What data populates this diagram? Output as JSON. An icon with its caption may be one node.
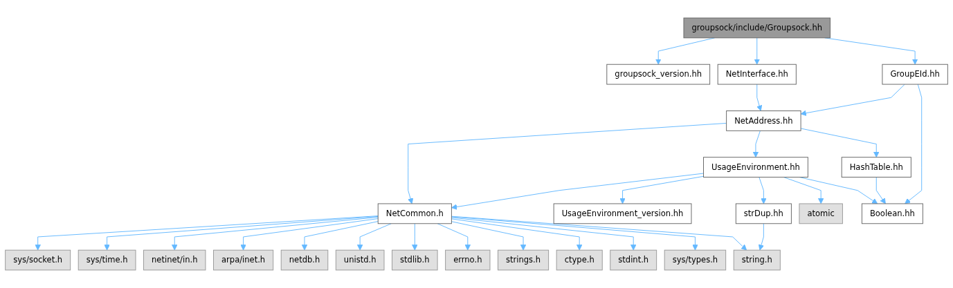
{
  "diagram": {
    "nodes": [
      {
        "text": [
          "groupsock/include/Groupsock.hh"
        ]
      },
      {
        "text": [
          "groupsock_version.hh"
        ]
      },
      {
        "text": [
          "NetInterface.hh"
        ]
      },
      {
        "text": [
          "GroupEId.hh"
        ]
      },
      {
        "text": [
          "NetAddress.hh"
        ]
      },
      {
        "text": [
          "UsageEnvironment.hh"
        ]
      },
      {
        "text": [
          "HashTable.hh"
        ]
      },
      {
        "text": [
          "NetCommon.h"
        ]
      },
      {
        "text": [
          "UsageEnvironment_version.hh"
        ]
      },
      {
        "text": [
          "strDup.hh"
        ]
      },
      {
        "text": [
          "atomic"
        ]
      },
      {
        "text": [
          "Boolean.hh"
        ]
      },
      {
        "text": [
          "sys/socket.h"
        ]
      },
      {
        "text": [
          "sys/time.h"
        ]
      },
      {
        "text": [
          "netinet/in.h"
        ]
      },
      {
        "text": [
          "arpa/inet.h"
        ]
      },
      {
        "text": [
          "netdb.h"
        ]
      },
      {
        "text": [
          "unistd.h"
        ]
      },
      {
        "text": [
          "stdlib.h"
        ]
      },
      {
        "text": [
          "errno.h"
        ]
      },
      {
        "text": [
          "strings.h"
        ]
      },
      {
        "text": [
          "ctype.h"
        ]
      },
      {
        "text": [
          "stdint.h"
        ]
      },
      {
        "text": [
          "sys/types.h"
        ]
      },
      {
        "text": [
          "string.h"
        ]
      }
    ],
    "edges": [
      {
        "from": 0,
        "to": 1,
        "arrow": "to"
      },
      {
        "from": 0,
        "to": 2,
        "arrow": "to"
      },
      {
        "from": 0,
        "to": 3,
        "arrow": "to"
      },
      {
        "from": 2,
        "to": 4,
        "arrow": "to"
      },
      {
        "from": 3,
        "to": 4,
        "arrow": "to"
      },
      {
        "from": 3,
        "to": 11,
        "arrow": "to"
      },
      {
        "from": 4,
        "to": 7,
        "arrow": "to"
      },
      {
        "from": 4,
        "to": 5,
        "arrow": "to"
      },
      {
        "from": 4,
        "to": 6,
        "arrow": "to"
      },
      {
        "from": 5,
        "to": 7,
        "arrow": "to"
      },
      {
        "from": 5,
        "to": 8,
        "arrow": "to"
      },
      {
        "from": 5,
        "to": 9,
        "arrow": "to"
      },
      {
        "from": 5,
        "to": 10,
        "arrow": "to"
      },
      {
        "from": 5,
        "to": 11,
        "arrow": "to"
      },
      {
        "from": 6,
        "to": 11,
        "arrow": "to"
      },
      {
        "from": 7,
        "to": 12,
        "arrow": "to"
      },
      {
        "from": 7,
        "to": 13,
        "arrow": "to"
      },
      {
        "from": 7,
        "to": 14,
        "arrow": "to"
      },
      {
        "from": 7,
        "to": 15,
        "arrow": "to"
      },
      {
        "from": 7,
        "to": 16,
        "arrow": "to"
      },
      {
        "from": 7,
        "to": 17,
        "arrow": "to"
      },
      {
        "from": 7,
        "to": 18,
        "arrow": "to"
      },
      {
        "from": 7,
        "to": 19,
        "arrow": "to"
      },
      {
        "from": 7,
        "to": 20,
        "arrow": "to"
      },
      {
        "from": 7,
        "to": 21,
        "arrow": "to"
      },
      {
        "from": 7,
        "to": 22,
        "arrow": "to"
      },
      {
        "from": 7,
        "to": 23,
        "arrow": "to"
      },
      {
        "from": 7,
        "to": 24,
        "arrow": "to"
      },
      {
        "from": 9,
        "to": 24,
        "arrow": "to"
      }
    ]
  }
}
